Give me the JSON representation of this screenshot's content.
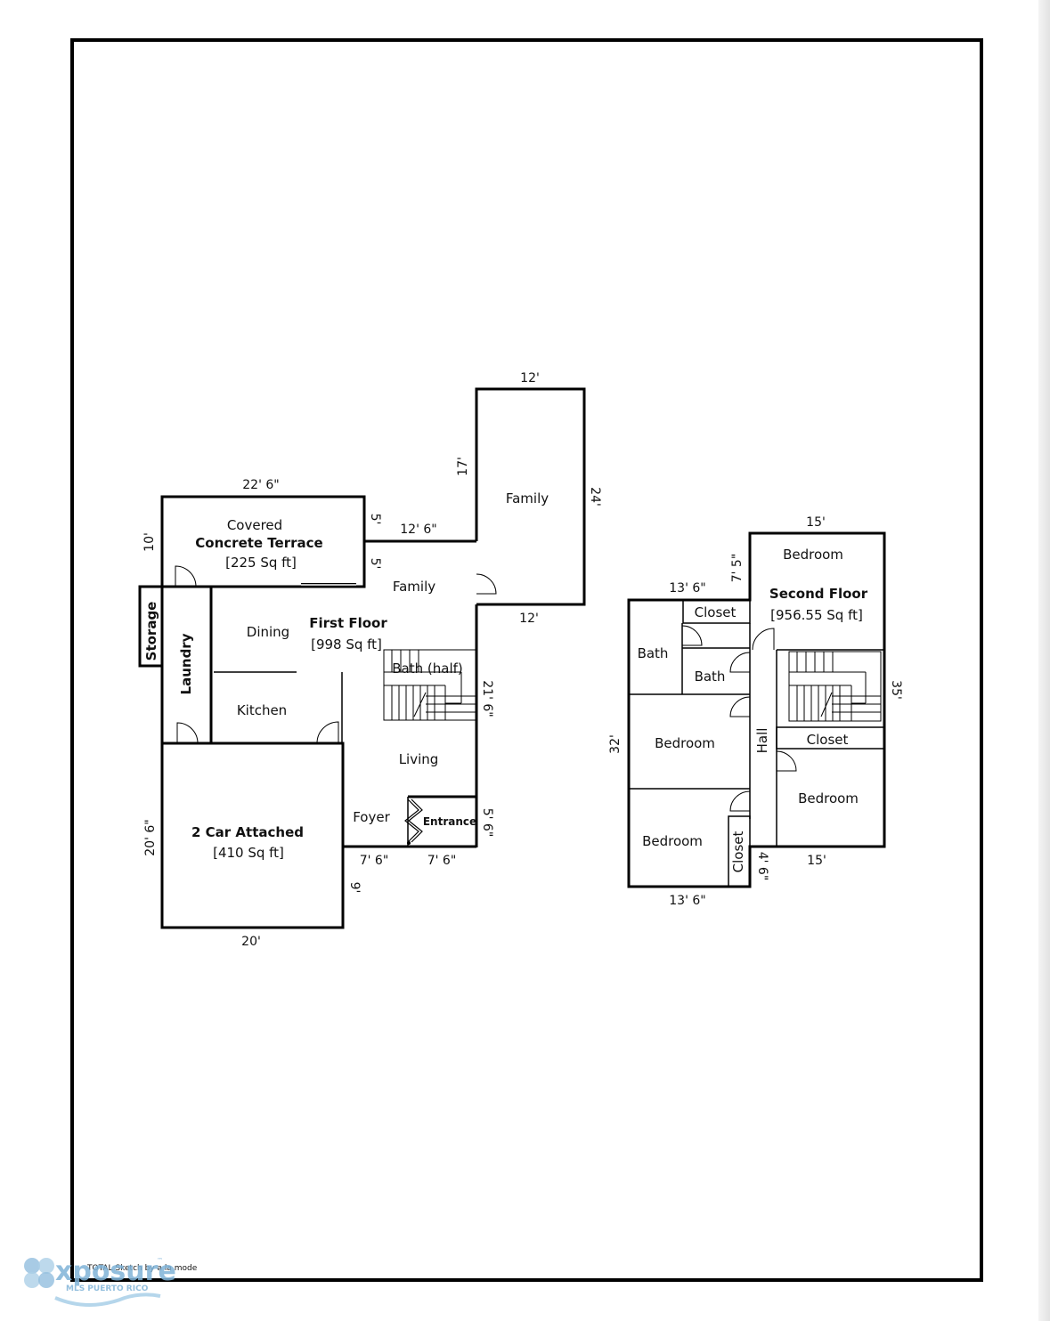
{
  "first_floor": {
    "title": "First Floor",
    "area": "[998 Sq ft]",
    "rooms": {
      "terrace_l1": "Covered",
      "terrace_l2": "Concrete Terrace",
      "terrace_area": "[225 Sq ft]",
      "family_upper": "Family",
      "family_lower": "Family",
      "storage": "Storage",
      "laundry": "Laundry",
      "dining": "Dining",
      "kitchen": "Kitchen",
      "bath_half": "Bath (half)",
      "living": "Living",
      "foyer": "Foyer",
      "entrance": "Entrance",
      "garage": "2 Car Attached",
      "garage_area": "[410 Sq ft]"
    },
    "dims": {
      "terrace_top": "22' 6\"",
      "terrace_left": "10'",
      "terrace_right_a": "5'",
      "terrace_right_b": "5'",
      "family_link": "12' 6\"",
      "family_top": "12'",
      "family_left": "17'",
      "family_right": "24'",
      "family_bottom": "12'",
      "living_right": "21' 6\"",
      "entrance_right": "5' 6\"",
      "foyer_bottom": "7' 6\"",
      "entrance_bottom": "7' 6\"",
      "garage_right": "9'",
      "garage_left": "20' 6\"",
      "garage_bottom": "20'"
    }
  },
  "second_floor": {
    "title": "Second Floor",
    "area": "[956.55 Sq ft]",
    "rooms": {
      "bedroom_top": "Bedroom",
      "closet_top": "Closet",
      "bath_left": "Bath",
      "bath_inner": "Bath",
      "bedroom_mid_left": "Bedroom",
      "hall": "Hall",
      "closet_right": "Closet",
      "bedroom_right": "Bedroom",
      "bedroom_bottom_left": "Bedroom",
      "closet_bottom": "Closet"
    },
    "dims": {
      "top": "15'",
      "upper_left": "7' 5\"",
      "left_top": "13' 6\"",
      "left_side": "32'",
      "right_side": "35'",
      "bottom_right": "15'",
      "step": "4' 6\"",
      "bottom_left": "13' 6\""
    }
  },
  "footer": {
    "credit": "TOTAL Sketch by a la mode",
    "logo_text": "xposure",
    "logo_tm": "™",
    "logo_sub": "MLS PUERTO RICO"
  },
  "colors": {
    "line": "#000000",
    "logo_blue": "#7fb3d8",
    "logo_wave": "#a9cfe8"
  }
}
